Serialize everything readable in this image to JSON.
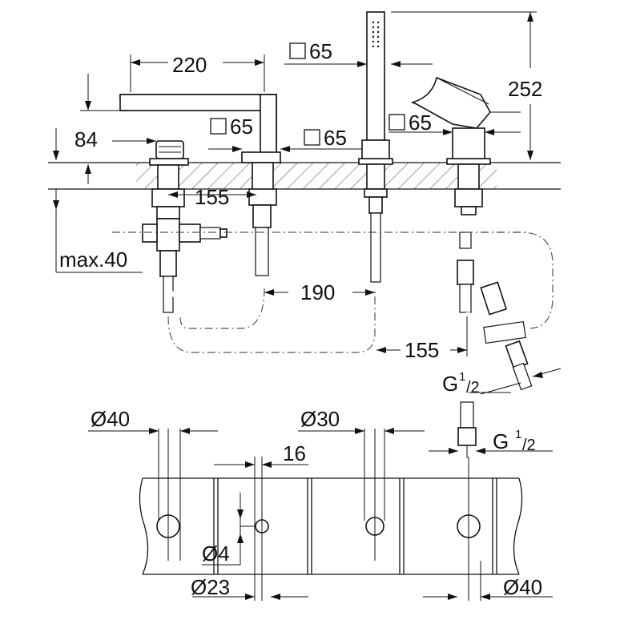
{
  "dimensions": {
    "spout_reach": "220",
    "spout_height": "84",
    "total_height": "252",
    "square_65_handshower": "65",
    "square_65_spout": "65",
    "square_65_middle": "65",
    "square_65_lever": "65",
    "square_symbol": "□",
    "spacing_155_left": "155",
    "spacing_190": "190",
    "spacing_155_right": "155",
    "max_thickness": "max.40",
    "thread_label_g": "G",
    "thread_sup": "1",
    "thread_sub": "/2",
    "hole_40_left": "Ø40",
    "hole_30": "Ø30",
    "hole_16": "16",
    "hole_4": "Ø4",
    "hole_23": "Ø23",
    "hole_40_right": "Ø40"
  },
  "colors": {
    "line": "#111111",
    "background": "#ffffff"
  }
}
